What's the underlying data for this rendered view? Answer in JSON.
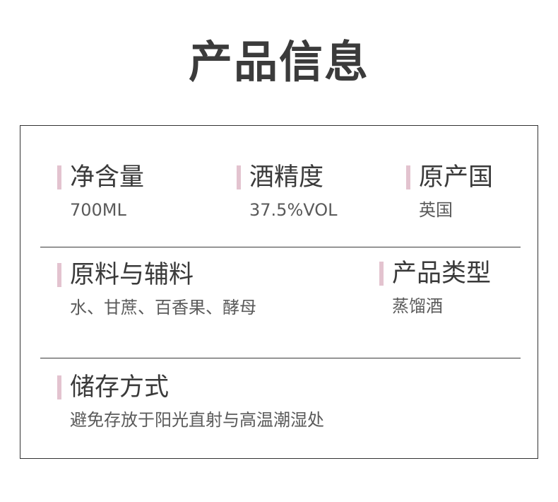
{
  "title": "产品信息",
  "row1": {
    "net_content": {
      "label": "净含量",
      "value": "700ML"
    },
    "abv": {
      "label": "酒精度",
      "value": "37.5%VOL"
    },
    "origin": {
      "label": "原产国",
      "value": "英国"
    }
  },
  "row2": {
    "ingredients": {
      "label": "原料与辅料",
      "value": "水、甘蔗、百香果、酵母"
    },
    "product_type": {
      "label": "产品类型",
      "value": "蒸馏酒"
    }
  },
  "row3": {
    "storage": {
      "label": "储存方式",
      "value": "避免存放于阳光直射与高温潮湿处"
    }
  },
  "colors": {
    "accent_bar": "#e3c3cf",
    "border": "#333333",
    "text": "#3a3a3a"
  }
}
